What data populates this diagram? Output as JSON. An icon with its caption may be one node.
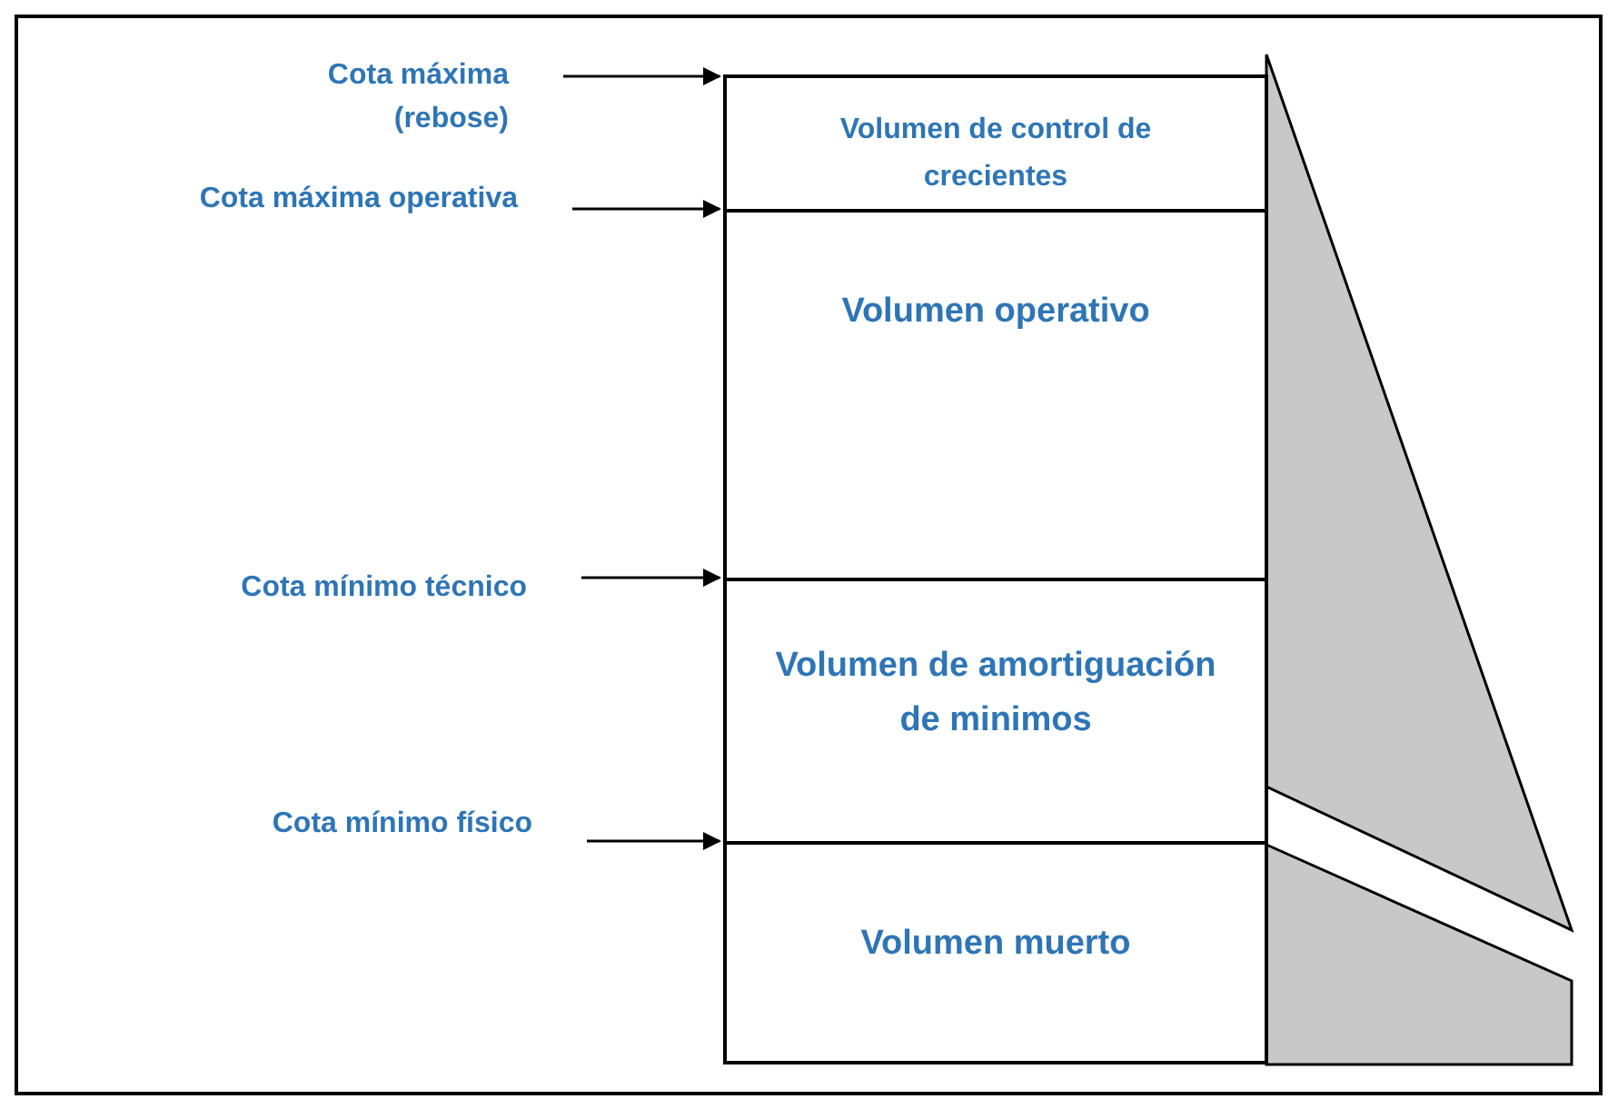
{
  "diagram": {
    "nodes": [
      {
        "text": [
          "Volumen de control de crecientes"
        ]
      },
      {
        "text": [
          "Volumen operativo"
        ]
      },
      {
        "text": [
          "Volumen de amortiguación de minimos"
        ]
      },
      {
        "text": [
          "Volumen muerto"
        ]
      },
      {
        "text": [
          "Cota máxima (rebose)"
        ]
      },
      {
        "text": [
          "Cota máxima operativa"
        ]
      },
      {
        "text": [
          "Cota mínimo técnico"
        ]
      },
      {
        "text": [
          "Cota mínimo físico"
        ]
      }
    ],
    "edges": [
      {
        "from": 4,
        "to": 0,
        "arrow": "to"
      },
      {
        "from": 5,
        "to": 1,
        "arrow": "to"
      },
      {
        "from": 6,
        "to": 2,
        "arrow": "to"
      },
      {
        "from": 7,
        "to": 3,
        "arrow": "to"
      }
    ]
  }
}
